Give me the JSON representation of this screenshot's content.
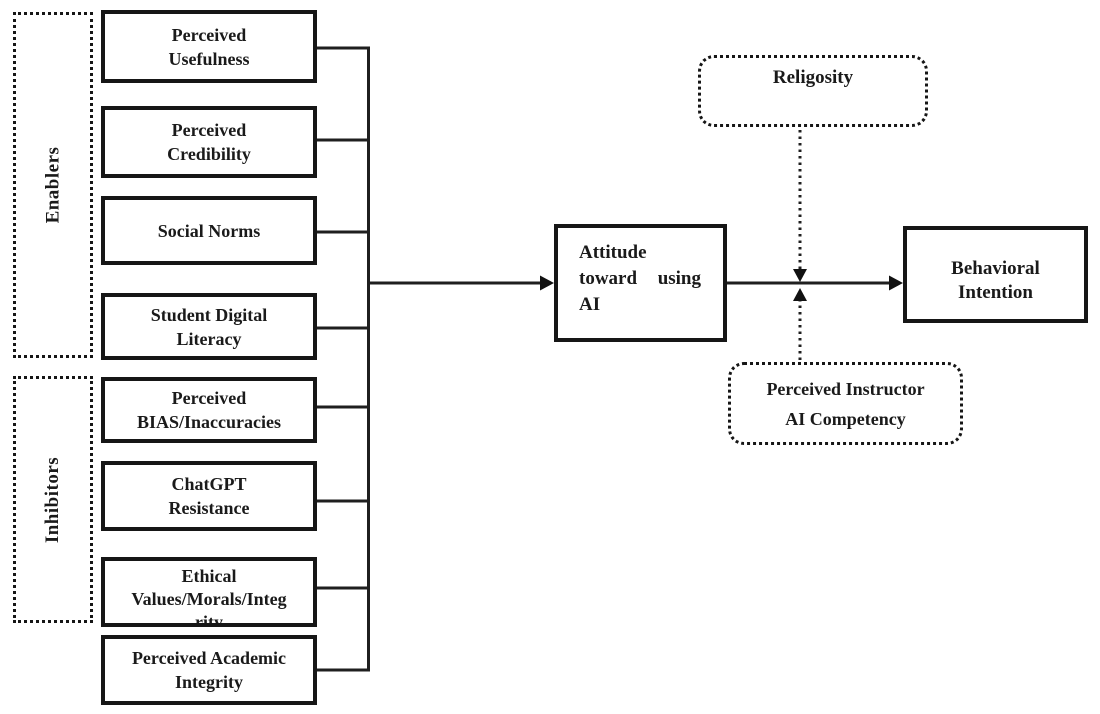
{
  "figure": {
    "groups": {
      "enablers": {
        "label": "Enablers"
      },
      "inhibitors": {
        "label": "Inhibitors"
      }
    },
    "factors": [
      {
        "id": "perceived-usefulness",
        "lines": [
          "Perceived",
          "Usefulness"
        ]
      },
      {
        "id": "perceived-credibility",
        "lines": [
          "Perceived",
          "Credibility"
        ]
      },
      {
        "id": "social-norms",
        "lines": [
          "Social Norms"
        ]
      },
      {
        "id": "student-digital-literacy",
        "lines": [
          "Student Digital",
          "Literacy"
        ]
      },
      {
        "id": "perceived-bias-inaccuracies",
        "lines": [
          "Perceived",
          "BIAS/Inaccuracies"
        ]
      },
      {
        "id": "chatgpt-resistance",
        "lines": [
          "ChatGPT",
          "Resistance"
        ]
      },
      {
        "id": "ethical-values",
        "lines": [
          "Ethical",
          "Values/Morals/Integ",
          "rity"
        ]
      },
      {
        "id": "perceived-academic-integrity",
        "lines": [
          "Perceived Academic",
          "Integrity"
        ]
      }
    ],
    "mediator": {
      "lines": [
        "Attitude",
        "toward",
        "using",
        "AI"
      ]
    },
    "outcome": {
      "lines": [
        "Behavioral",
        "Intention"
      ]
    },
    "moderators": [
      {
        "id": "religosity",
        "label": "Religosity"
      },
      {
        "id": "perceived-instructor-ai-competency",
        "lines": [
          "Perceived Instructor",
          "AI Competency"
        ]
      }
    ],
    "colors": {
      "line": "#1a1a1a",
      "border": "#161616",
      "background": "#ffffff",
      "text": "#1a1a1a"
    }
  }
}
